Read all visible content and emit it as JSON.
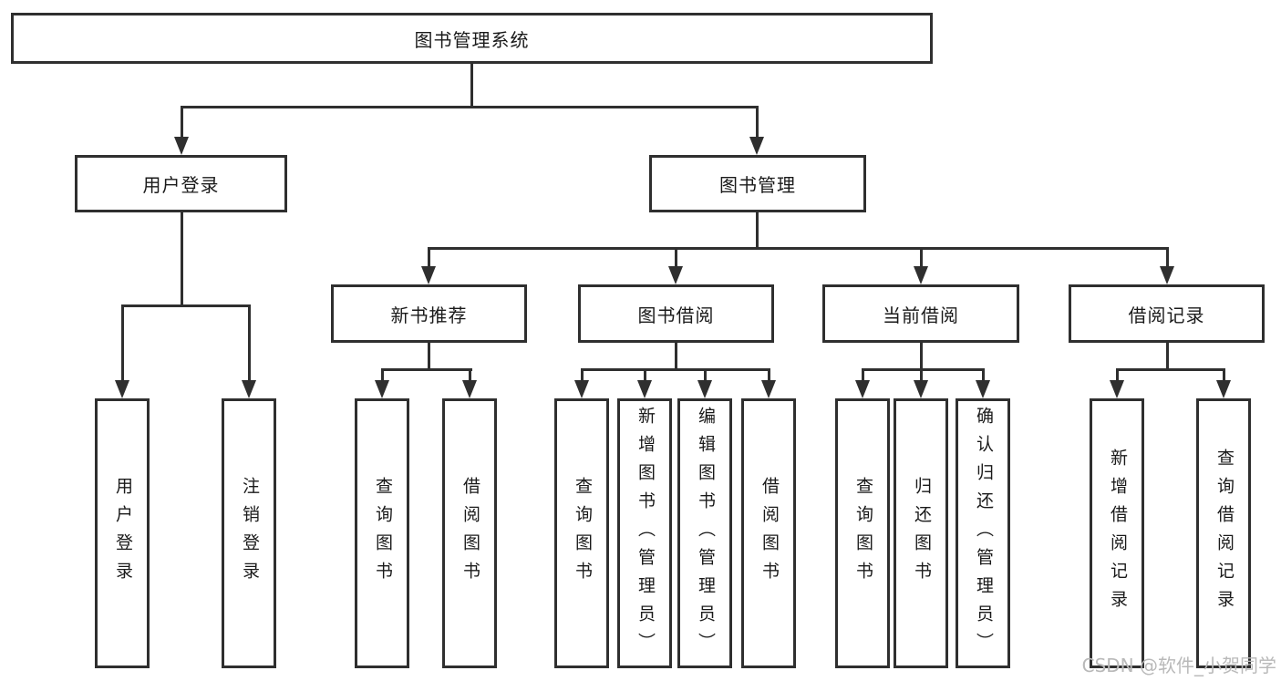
{
  "diagram": {
    "root": {
      "label": "图书管理系统"
    },
    "branches": [
      {
        "label": "用户登录",
        "children": [
          {
            "label": "用户登录"
          },
          {
            "label": "注销登录"
          }
        ]
      },
      {
        "label": "图书管理",
        "children": [
          {
            "label": "新书推荐",
            "children": [
              {
                "label": "查询图书"
              },
              {
                "label": "借阅图书"
              }
            ]
          },
          {
            "label": "图书借阅",
            "children": [
              {
                "label": "查询图书"
              },
              {
                "label": "新增图书（管理员）"
              },
              {
                "label": "编辑图书（管理员）"
              },
              {
                "label": "借阅图书"
              }
            ]
          },
          {
            "label": "当前借阅",
            "children": [
              {
                "label": "查询图书"
              },
              {
                "label": "归还图书"
              },
              {
                "label": "确认归还（管理员）"
              }
            ]
          },
          {
            "label": "借阅记录",
            "children": [
              {
                "label": "新增借阅记录"
              },
              {
                "label": "查询借阅记录"
              }
            ]
          }
        ]
      }
    ]
  },
  "watermark": {
    "text": "CSDN @软件_小贺同学"
  },
  "colors": {
    "line": "#2f2f2f",
    "box_border": "#2f2f2f",
    "text": "#1a1a1a",
    "watermark": "#b9b9b9",
    "background": "#ffffff"
  }
}
